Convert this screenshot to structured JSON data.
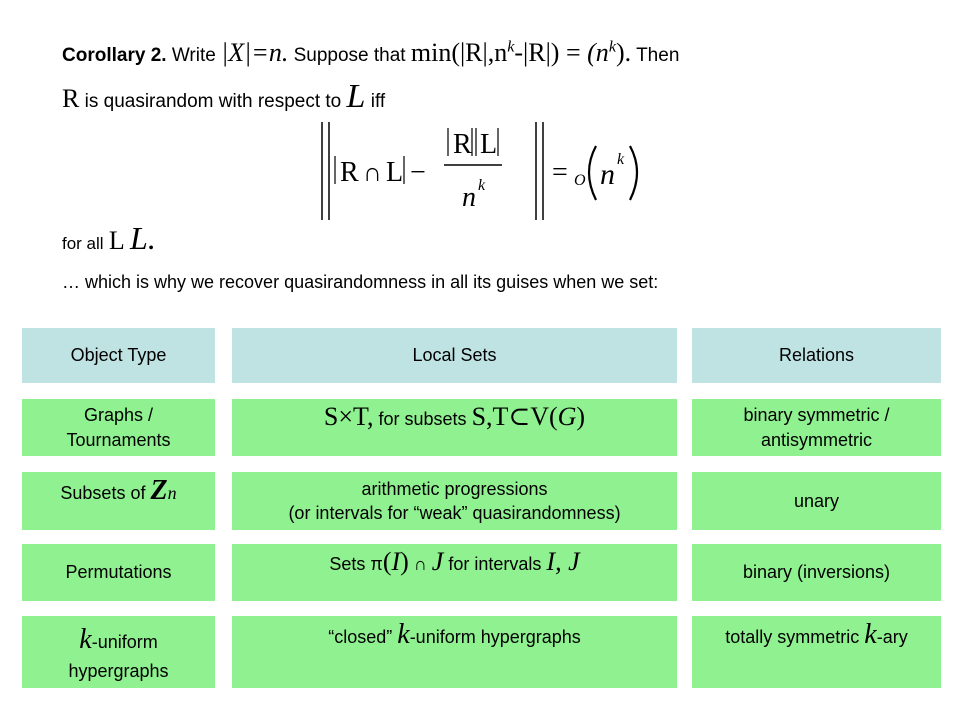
{
  "corollary": {
    "label": "Corollary 2.",
    "write_word": "Write",
    "X_expr": "|X|=n.",
    "suppose_text": "Suppose that",
    "min_expr": "min(|R|,n",
    "minus_expr": "-|R|)",
    "eq_sign": "=",
    "box_glyph": "",
    "omega_open": "(n",
    "omega_close": ").",
    "then_word": "Then",
    "exp_k": "k",
    "R_symbol": "R",
    "quasi_text": "is quasirandom with respect to",
    "L_script": "L",
    "iff_word": "iff"
  },
  "equation": {
    "lhs_R": "R",
    "cap": "∩",
    "lhs_L": "L",
    "minus": "−",
    "num_R": "R",
    "num_L": "L",
    "den_n": "n",
    "den_k": "k",
    "equals": "=",
    "o_symbol": "O",
    "rhs_n": "n",
    "rhs_k": "k"
  },
  "forall": {
    "text": "for all",
    "L_symbol": "L",
    "box_glyph": "",
    "L_script": "L."
  },
  "recover_line": "… which is why we recover quasirandomness in all its guises when we set:",
  "table": {
    "headers": [
      "Object Type",
      "Local Sets",
      "Relations"
    ],
    "rows": [
      {
        "object_line1": "Graphs /",
        "object_line2": "Tournaments",
        "local_prefix": "S×T,",
        "local_mid": "for subsets",
        "local_suffix": "S,T⊂V(",
        "local_G": "G",
        "local_end": ")",
        "relation_line1": "binary symmetric /",
        "relation_line2": "antisymmetric"
      },
      {
        "object_text": "Subsets of",
        "object_Z": "Z",
        "object_n": "n",
        "local_line1": "arithmetic progressions",
        "local_line2": "(or intervals for “weak” quasirandomness)",
        "relation": "unary"
      },
      {
        "object": "Permutations",
        "local_sets": "Sets π",
        "local_I": "I",
        "local_cap": "∩",
        "local_J": "J",
        "local_for": "for intervals",
        "local_IJ": "I, J",
        "relation": "binary (inversions)"
      },
      {
        "object_k": "k",
        "object_suffix": "-uniform",
        "object_line2": "hypergraphs",
        "local_open": "“closed”",
        "local_k": "k",
        "local_rest": "-uniform hypergraphs",
        "relation_prefix": "totally symmetric",
        "relation_k": "k",
        "relation_suffix": "-ary"
      }
    ]
  }
}
